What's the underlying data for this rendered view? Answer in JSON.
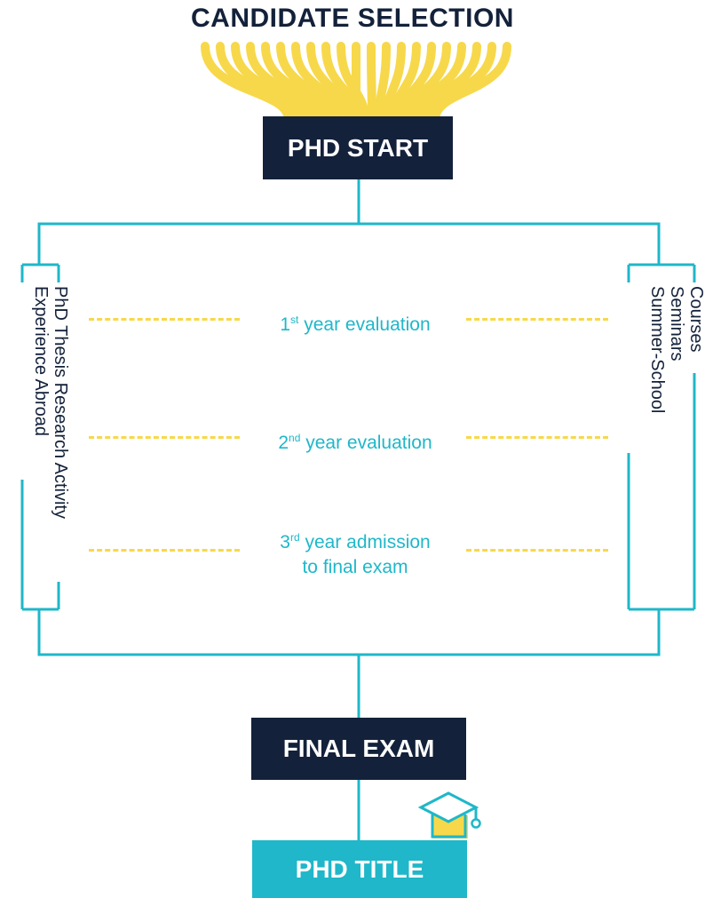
{
  "header": {
    "title": "CANDIDATE SELECTION"
  },
  "boxes": {
    "start": "PHD START",
    "final_exam": "FINAL EXAM",
    "title": "PHD TITLE"
  },
  "evaluations": [
    {
      "ordinal": "1",
      "suffix": "st",
      "text_line1": "year evaluation",
      "text_line2": ""
    },
    {
      "ordinal": "2",
      "suffix": "nd",
      "text_line1": "year evaluation",
      "text_line2": ""
    },
    {
      "ordinal": "3",
      "suffix": "rd",
      "text_line1": "year admission",
      "text_line2": "to final exam"
    }
  ],
  "left_activities": [
    "PhD Thesis Research Activity",
    "Experience Abroad"
  ],
  "right_activities": [
    "Courses",
    "Seminars",
    "Summer-School"
  ],
  "icons": {
    "graduation": "graduation-cap-icon",
    "fan": "candidate-fan-icon"
  },
  "colors": {
    "navy": "#13213a",
    "teal": "#1fb7c9",
    "yellow": "#f7d84a"
  }
}
